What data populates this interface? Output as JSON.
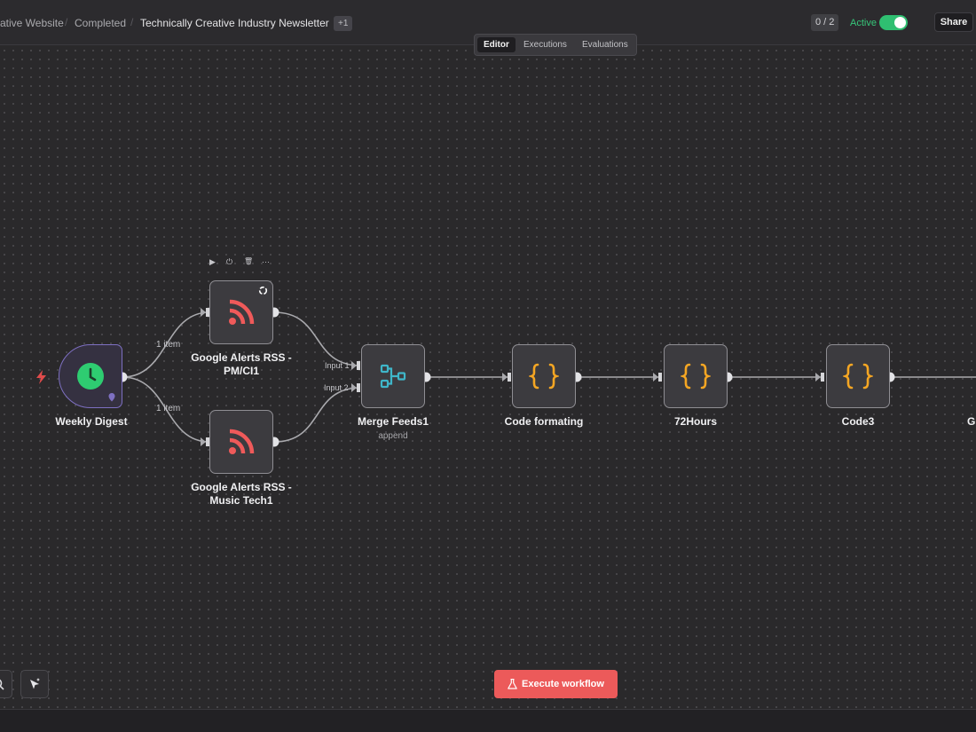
{
  "header": {
    "breadcrumbs": [
      "ative Website",
      "Completed",
      "Technically Creative Industry Newsletter"
    ],
    "more_tags": "+1",
    "counter": "0 / 2",
    "active_label": "Active",
    "share_label": "Share"
  },
  "tabs": [
    "Editor",
    "Executions",
    "Evaluations"
  ],
  "nodes": {
    "weekly_digest": {
      "label": "Weekly Digest",
      "icon": "clock-icon"
    },
    "rss_pm": {
      "label_line1": "Google Alerts RSS -",
      "label_line2": "PM/CI1",
      "icon": "rss-icon"
    },
    "rss_music": {
      "label_line1": "Google Alerts RSS -",
      "label_line2": "Music Tech1",
      "icon": "rss-icon"
    },
    "merge": {
      "label": "Merge Feeds1",
      "subtitle": "append",
      "icon": "merge-icon"
    },
    "code_formating": {
      "label": "Code formating",
      "icon": "code-braces-icon"
    },
    "hours72": {
      "label": "72Hours",
      "icon": "code-braces-icon"
    },
    "code3": {
      "label": "Code3",
      "icon": "code-braces-icon"
    },
    "cut_off": {
      "label": "G"
    }
  },
  "edge_labels": {
    "top": "1 item",
    "bottom": "1 item",
    "input1": "Input 1",
    "input2": "Input 2"
  },
  "node_toolbar": [
    "▶",
    "⏻",
    "🗑",
    "···"
  ],
  "execute_button": "Execute workflow",
  "colors": {
    "accent_red": "#ec5a5a",
    "active_green": "#2fbf71",
    "rss_red": "#ef5a5a",
    "code_orange": "#f5a623",
    "merge_teal": "#3fb6c9",
    "clock_green": "#2ecc71"
  }
}
